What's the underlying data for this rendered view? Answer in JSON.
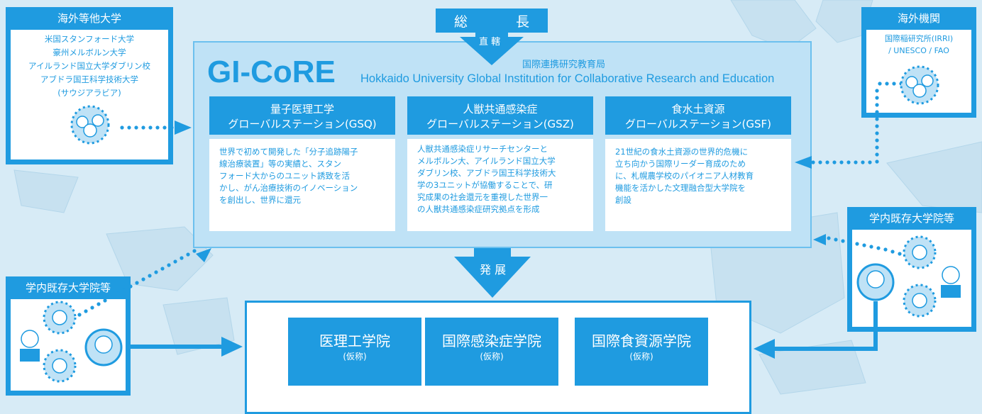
{
  "president": {
    "char1": "総",
    "char2": "長"
  },
  "direct_label": "直 轄",
  "develop_label": "発 展",
  "overseas_univ": {
    "title": "海外等他大学",
    "items": [
      "米国スタンフォード大学",
      "豪州メルボルン大学",
      "アイルランド国立大学ダブリン校",
      "アブドラ国王科学技術大学",
      "(サウジアラビア)"
    ]
  },
  "overseas_org": {
    "title": "海外機関",
    "items": [
      "国際稲研究所(IRRI)",
      "/ UNESCO / FAO"
    ]
  },
  "internal_left": {
    "title": "学内既存大学院等"
  },
  "internal_right": {
    "title": "学内既存大学院等"
  },
  "gicore": {
    "logo": "GI-CoRE",
    "jp_name": "国際連携研究教育局",
    "en_name": "Hokkaido University Global Institution for Collaborative Research and Education"
  },
  "stations": [
    {
      "title1": "量子医理工学",
      "title2": "グローバルステーション(GSQ)",
      "body": [
        "世界で初めて開発した「分子追跡陽子",
        "線治療装置」等の実績と、スタン",
        "フォード大からのユニット誘致を活",
        "かし、がん治療技術のイノベーション",
        "を創出し、世界に還元"
      ]
    },
    {
      "title1": "人獣共通感染症",
      "title2": "グローバルステーション(GSZ)",
      "body": [
        "人獣共通感染症リサーチセンターと",
        "メルボルン大、アイルランド国立大学",
        "ダブリン校、アブドラ国王科学技術大",
        "学の3ユニットが協働することで、研",
        "究成果の社会還元を重視した世界一",
        "の人獣共通感染症研究拠点を形成"
      ]
    },
    {
      "title1": "食水土資源",
      "title2": "グローバルステーション(GSF)",
      "body": [
        "21世紀の食水土資源の世界的危機に",
        "立ち向かう国際リーダー育成のため",
        "に、札幌農学校のパイオニア人材教育",
        "機能を活かした文理融合型大学院を",
        "創設"
      ]
    }
  ],
  "schools": [
    {
      "name": "医理工学院",
      "sub": "(仮称)"
    },
    {
      "name": "国際感染症学院",
      "sub": "(仮称)"
    },
    {
      "name": "国際食資源学院",
      "sub": "(仮称)"
    }
  ],
  "colors": {
    "primary": "#1f9be0",
    "background": "#d7ebf6",
    "panel": "#bfe2f6"
  }
}
